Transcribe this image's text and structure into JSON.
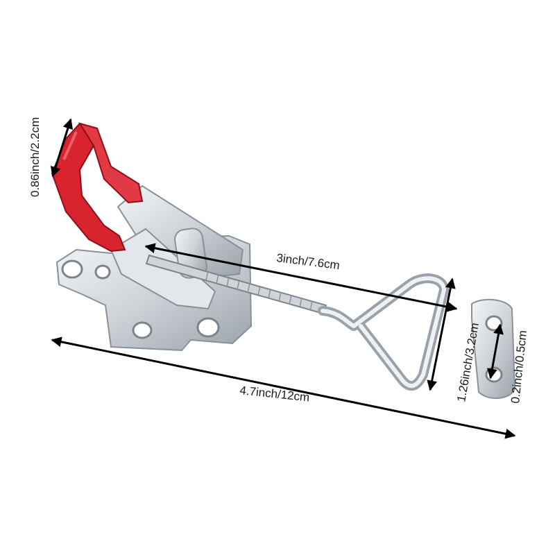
{
  "product": {
    "name": "toggle-latch-clamp",
    "colors": {
      "handle_grip": "#d9232e",
      "metal": "#d8dce0",
      "metal_dark": "#9aa1a8",
      "metal_light": "#f4f6f8",
      "dimension_line": "#000000"
    }
  },
  "dimensions": {
    "grip_height": "0.86inch/2.2cm",
    "hook_length": "3inch/7.6cm",
    "hook_width": "1.26inch/3.2cm",
    "hole_spacing": "0.2inch/0.5cm",
    "overall_length": "4.7inch/12cm"
  }
}
